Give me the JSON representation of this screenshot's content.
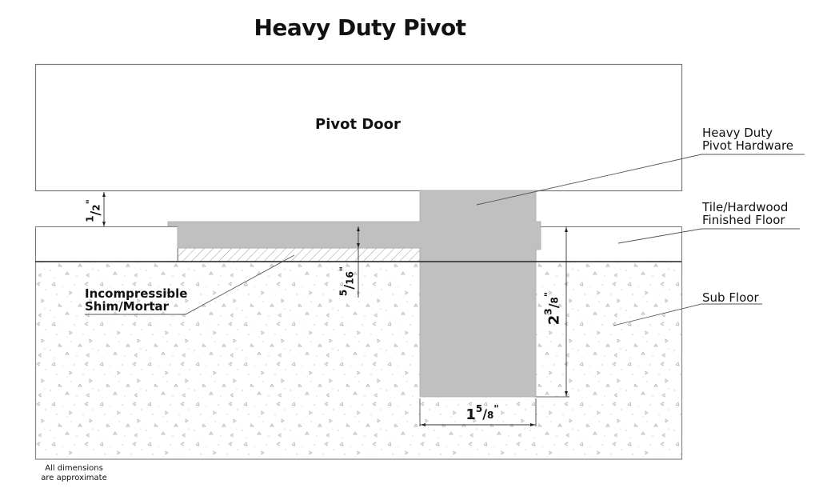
{
  "title": "Heavy Duty Pivot",
  "labels": {
    "door": "Pivot Door",
    "hardware_line1": "Heavy Duty",
    "hardware_line2": "Pivot Hardware",
    "finished_floor_line1": "Tile/Hardwood",
    "finished_floor_line2": "Finished Floor",
    "sub_floor": "Sub Floor",
    "shim_line1": "Incompressible",
    "shim_line2": "Shim/Mortar"
  },
  "dimensions": {
    "door_gap": {
      "whole": "",
      "num": "1",
      "den": "2",
      "unit": "\"",
      "text": "1/2\""
    },
    "shim_depth": {
      "whole": "",
      "num": "5",
      "den": "16",
      "unit": "\"",
      "text": "5/16\""
    },
    "pivot_depth": {
      "whole": "2",
      "num": "3",
      "den": "8",
      "unit": "\"",
      "text": "2 3/8\""
    },
    "pivot_width": {
      "whole": "1",
      "num": "5",
      "den": "8",
      "unit": "\"",
      "text": "1 5/8\""
    }
  },
  "note": {
    "line1": "All dimensions",
    "line2": "are approximate"
  },
  "colors": {
    "hardware_fill": "#c0c0c0",
    "outline": "#555555",
    "floor_line": "#222222"
  }
}
